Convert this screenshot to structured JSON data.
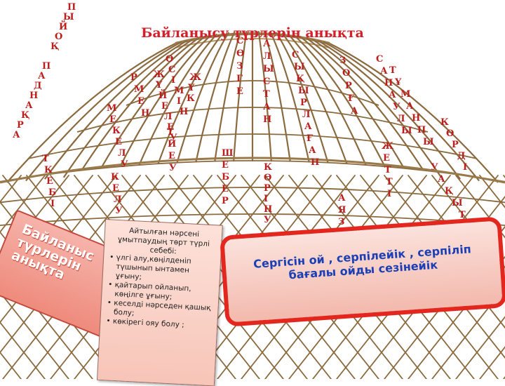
{
  "title": "Байланысу түрлерін анықта",
  "columns": [
    {
      "text": "АРҚАНДАП ҚОЙЫП МЕҢІРЕУ"
    },
    {
      "text": "Т\nК\nЕ\nБ\nІ"
    },
    {
      "text": "МЕКЕЛУ"
    },
    {
      "text": "ЖҮЙЕЛЕУ"
    },
    {
      "text": "КЕЛУ"
    },
    {
      "text": "ӨСІМІН"
    },
    {
      "text": "РМЕН"
    },
    {
      "text": "ТИЕУ"
    },
    {
      "text": "ЖҮК"
    },
    {
      "text": "СӨЗГЕ"
    },
    {
      "text": "ШЕБЕР"
    },
    {
      "text": "АЛЫСТАН"
    },
    {
      "text": "КӨРІНУ"
    },
    {
      "text": "СЫҚЫРЛАҒАН"
    },
    {
      "text": "АЯЗ"
    },
    {
      "text": "ЗОРҒА"
    },
    {
      "text": "САНАУЛЫ"
    },
    {
      "text": "ТҰМАНПЫ"
    },
    {
      "text": "ЖЕТТІ"
    },
    {
      "text": "КӨРДІ"
    },
    {
      "text": "УАҚЫТ"
    }
  ],
  "left_badge": {
    "lines": [
      "Байланыс",
      "түрлерін",
      "анықта"
    ]
  },
  "note": {
    "heading": "Айтылған нәрсені ұмытпаудың төрт түрлі себебі:",
    "bullets": [
      "үлгі алу,көңілденіп түшынып ынтамен ұғыну;",
      "қайтарып ойланып, көңілге ұғыну;",
      "кеселді нәрседен қашық болу;",
      "көкірегі ояу болу ;"
    ],
    "bullet_symbol": "•"
  },
  "right_box": {
    "lines": [
      "Сергісін ой , серпілейік ,  серпіліп",
      "бағалы ойды сезінейік"
    ]
  },
  "colors": {
    "title": "#d4202a",
    "column_text": "#b8201e",
    "lattice": "#8a6a3e",
    "badge_bg": "#ee8b7c",
    "box_border": "#e3271f",
    "box_text": "#1b3fb5"
  }
}
